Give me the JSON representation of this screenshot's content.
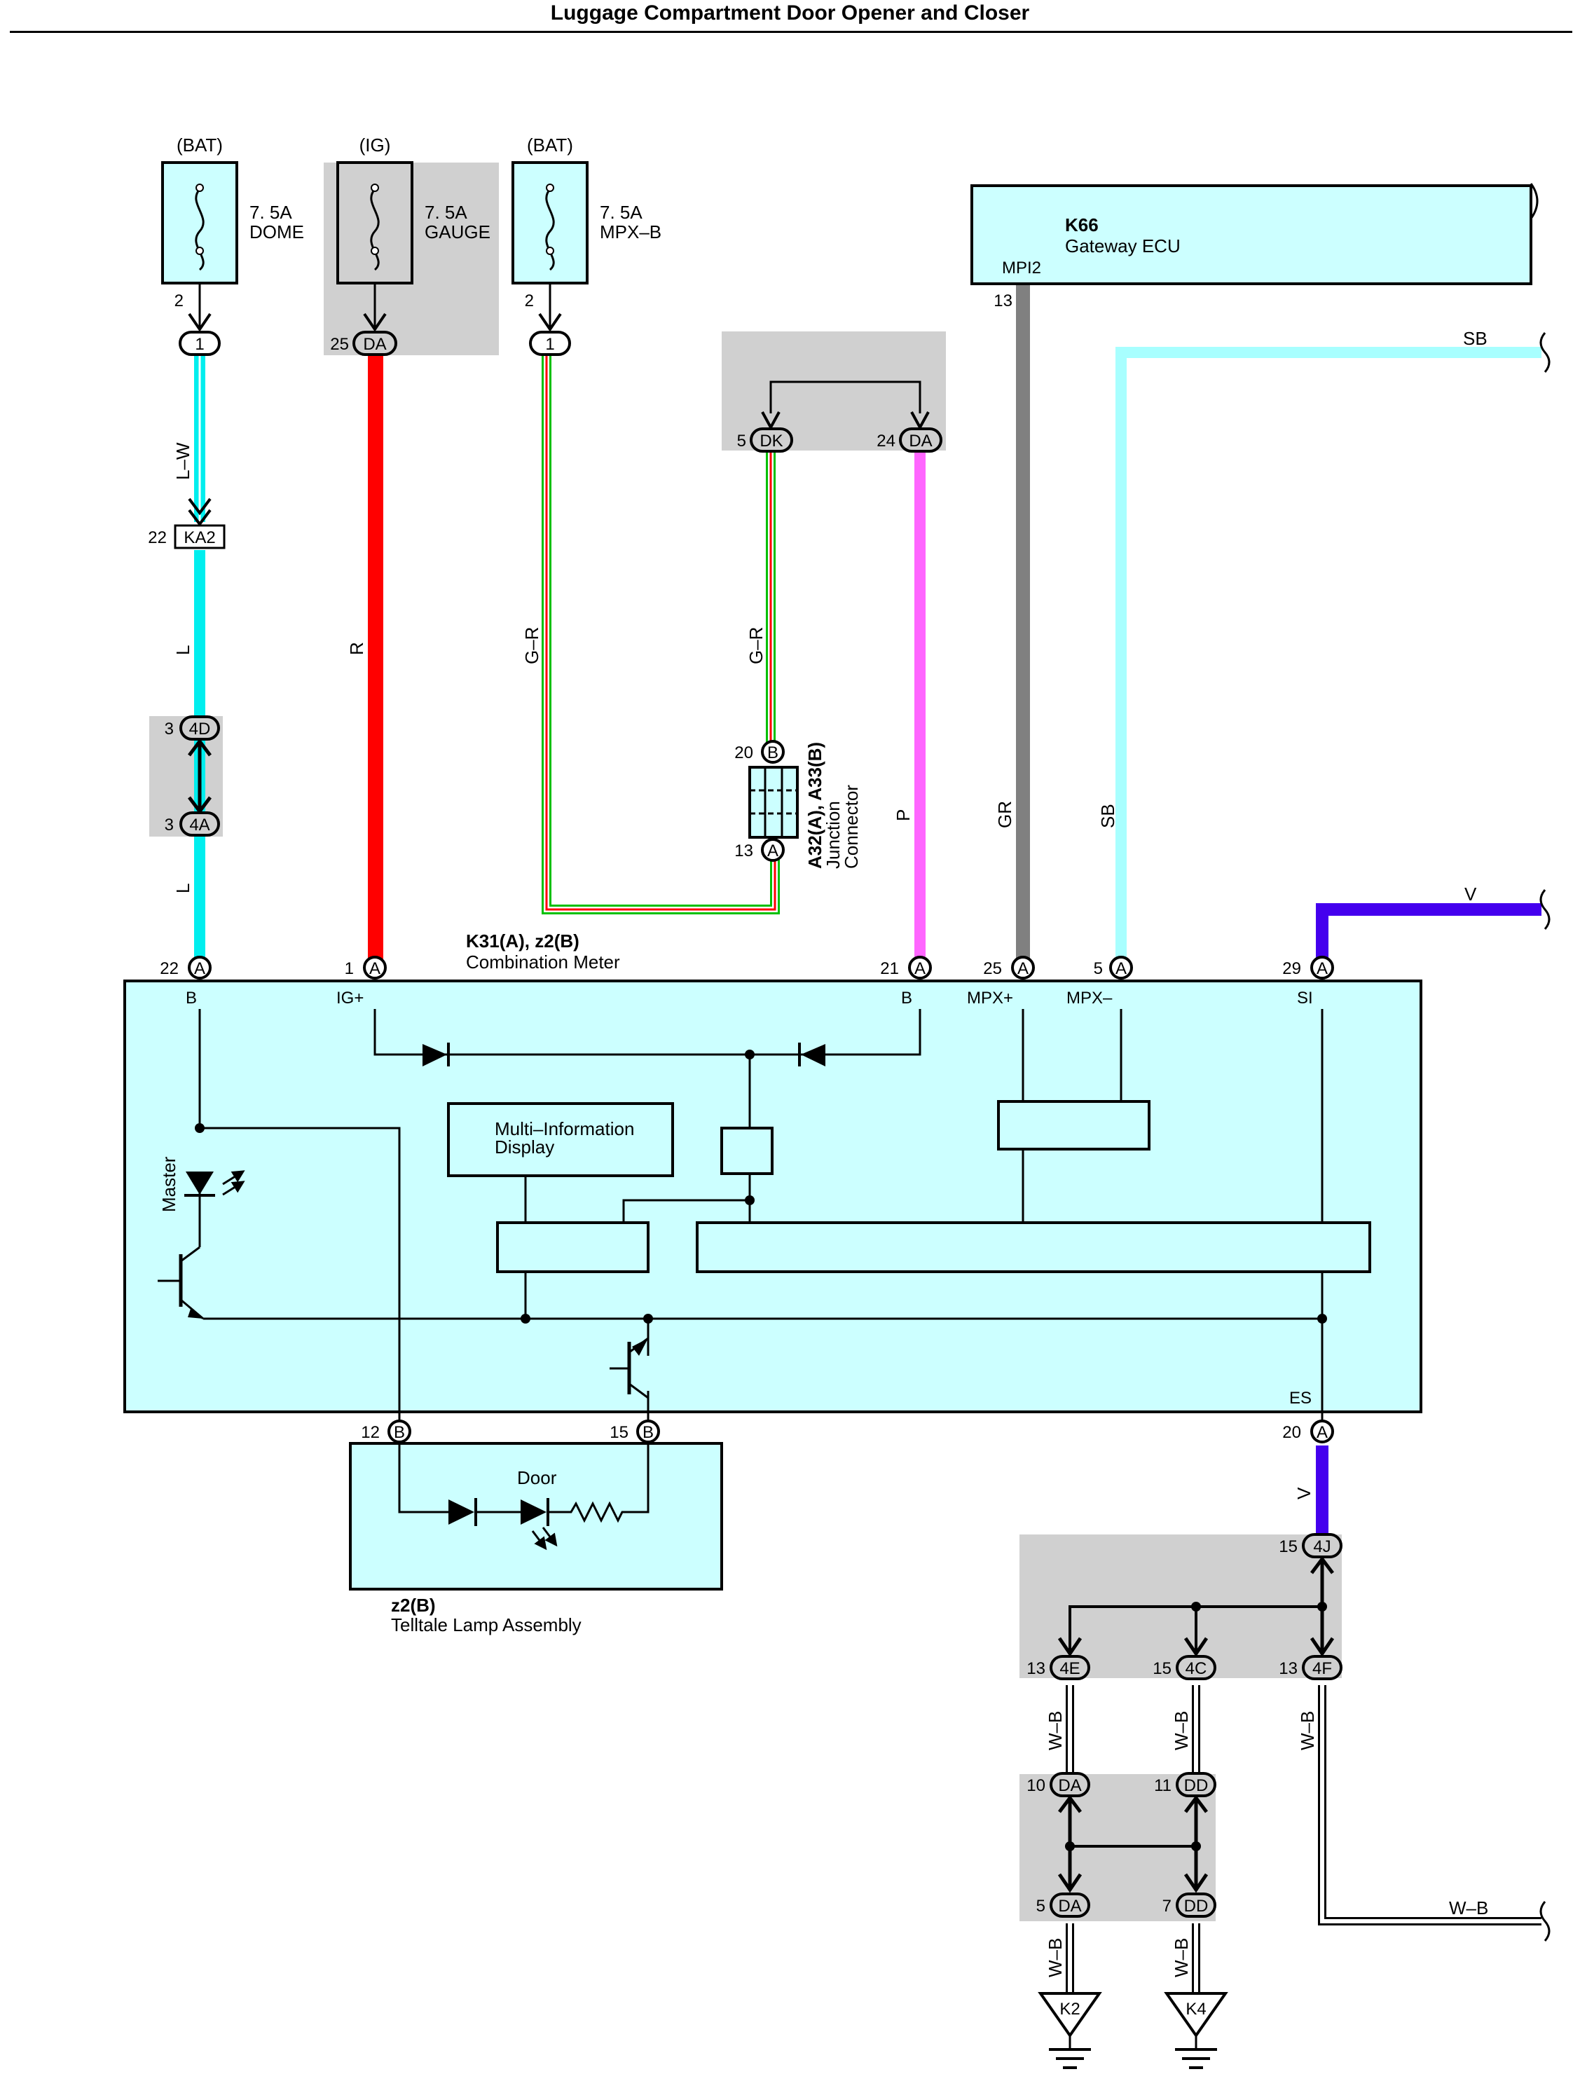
{
  "title": "Luggage Compartment Door Opener and Closer",
  "fuses": [
    {
      "supply": "(BAT)",
      "rating": "7. 5A",
      "name": "DOME",
      "pin": "2",
      "connector": "1"
    },
    {
      "supply": "(IG)",
      "rating": "7. 5A",
      "name": "GAUGE",
      "pin": "25",
      "connector": "DA"
    },
    {
      "supply": "(BAT)",
      "rating": "7. 5A",
      "name": "MPX–B",
      "pin": "2",
      "connector": "1"
    }
  ],
  "gateway": {
    "code": "K66",
    "name": "Gateway ECU",
    "terminal": "MPI2",
    "pin": "13"
  },
  "junction_block_top": {
    "left_pin": "5",
    "left_conn": "DK",
    "right_pin": "24",
    "right_conn": "DA"
  },
  "junction_connector": {
    "code": "A32(A), A33(B)",
    "name_line1": "Junction",
    "name_line2": "Connector",
    "top_pin": "20",
    "top_conn": "B",
    "bottom_pin": "13",
    "bottom_conn": "A"
  },
  "ka2": {
    "pin": "22",
    "conn": "KA2"
  },
  "jb_4d4a": {
    "top_pin": "3",
    "top_conn": "4D",
    "bottom_pin": "3",
    "bottom_conn": "4A"
  },
  "wires": {
    "lw": "L–W",
    "l": "L",
    "r": "R",
    "gr_left": "G–R",
    "gr_right": "G–R",
    "p": "P",
    "gr": "GR",
    "sb": "SB",
    "v": "V",
    "wb": "W–B"
  },
  "meter": {
    "code": "K31(A), z2(B)",
    "name": "Combination Meter",
    "pins": [
      {
        "num": "22",
        "conn": "A",
        "term": "B"
      },
      {
        "num": "1",
        "conn": "A",
        "term": "IG+"
      },
      {
        "num": "21",
        "conn": "A",
        "term": "B"
      },
      {
        "num": "25",
        "conn": "A",
        "term": "MPX+"
      },
      {
        "num": "5",
        "conn": "A",
        "term": "MPX–"
      },
      {
        "num": "29",
        "conn": "A",
        "term": "SI"
      }
    ],
    "bottom_pins": [
      {
        "num": "12",
        "conn": "B"
      },
      {
        "num": "15",
        "conn": "B"
      },
      {
        "num": "20",
        "conn": "A",
        "term": "ES"
      }
    ],
    "mid_line1": "Multi–Information",
    "mid_line2": "Display",
    "master": "Master"
  },
  "telltale": {
    "code": "z2(B)",
    "name": "Telltale Lamp Assembly",
    "door": "Door"
  },
  "jb_lower": {
    "top": {
      "pin": "15",
      "conn": "4J"
    },
    "outs": [
      {
        "pin": "13",
        "conn": "4E"
      },
      {
        "pin": "15",
        "conn": "4C"
      },
      {
        "pin": "13",
        "conn": "4F"
      }
    ]
  },
  "jb_bottom": {
    "upper": [
      {
        "pin": "10",
        "conn": "DA"
      },
      {
        "pin": "11",
        "conn": "DD"
      }
    ],
    "lower": [
      {
        "pin": "5",
        "conn": "DA"
      },
      {
        "pin": "7",
        "conn": "DD"
      }
    ]
  },
  "grounds": [
    "K2",
    "K4"
  ]
}
